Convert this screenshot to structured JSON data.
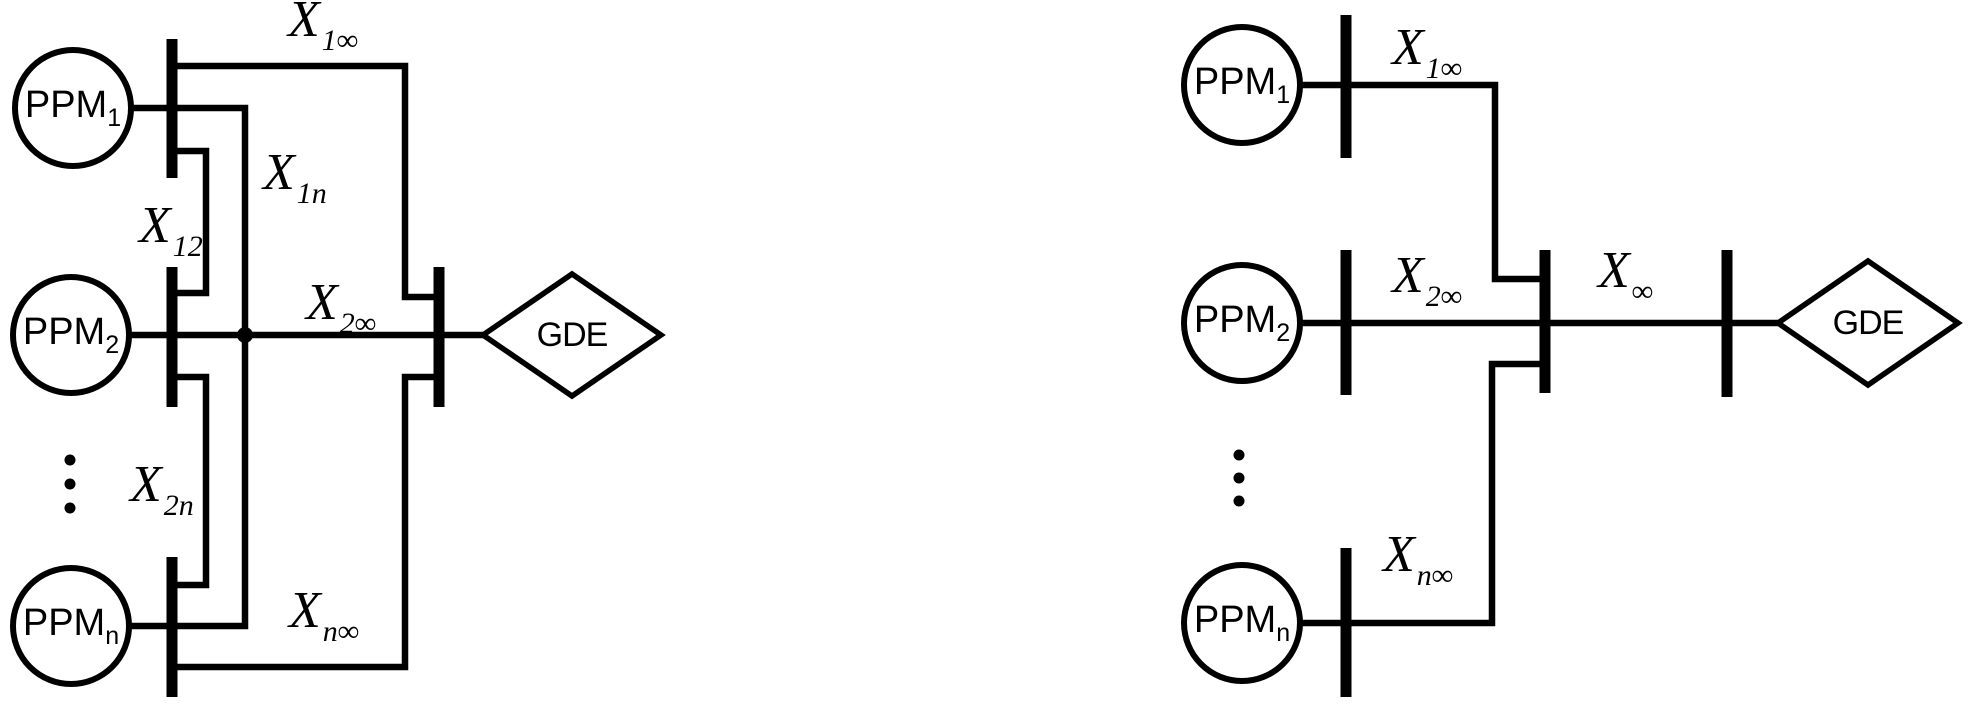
{
  "left_diagram": {
    "generators": [
      {
        "main": "PPM",
        "sub": "1"
      },
      {
        "main": "PPM",
        "sub": "2"
      },
      {
        "main": "PPM",
        "sub": "n"
      }
    ],
    "grid": {
      "label": "GDE"
    },
    "reactances": [
      {
        "main": "X",
        "sub": "1∞"
      },
      {
        "main": "X",
        "sub": "1n"
      },
      {
        "main": "X",
        "sub": "12"
      },
      {
        "main": "X",
        "sub": "2∞"
      },
      {
        "main": "X",
        "sub": "2n"
      },
      {
        "main": "X",
        "sub": "n∞"
      }
    ]
  },
  "right_diagram": {
    "generators": [
      {
        "main": "PPM",
        "sub": "1"
      },
      {
        "main": "PPM",
        "sub": "2"
      },
      {
        "main": "PPM",
        "sub": "n"
      }
    ],
    "grid": {
      "label": "GDE"
    },
    "reactances": [
      {
        "main": "X",
        "sub": "1∞"
      },
      {
        "main": "X",
        "sub": "2∞"
      },
      {
        "main": "X",
        "sub": "∞"
      },
      {
        "main": "X",
        "sub": "n∞"
      }
    ]
  },
  "colors": {
    "line": "#000000",
    "background": "#ffffff",
    "text": "#000000"
  }
}
